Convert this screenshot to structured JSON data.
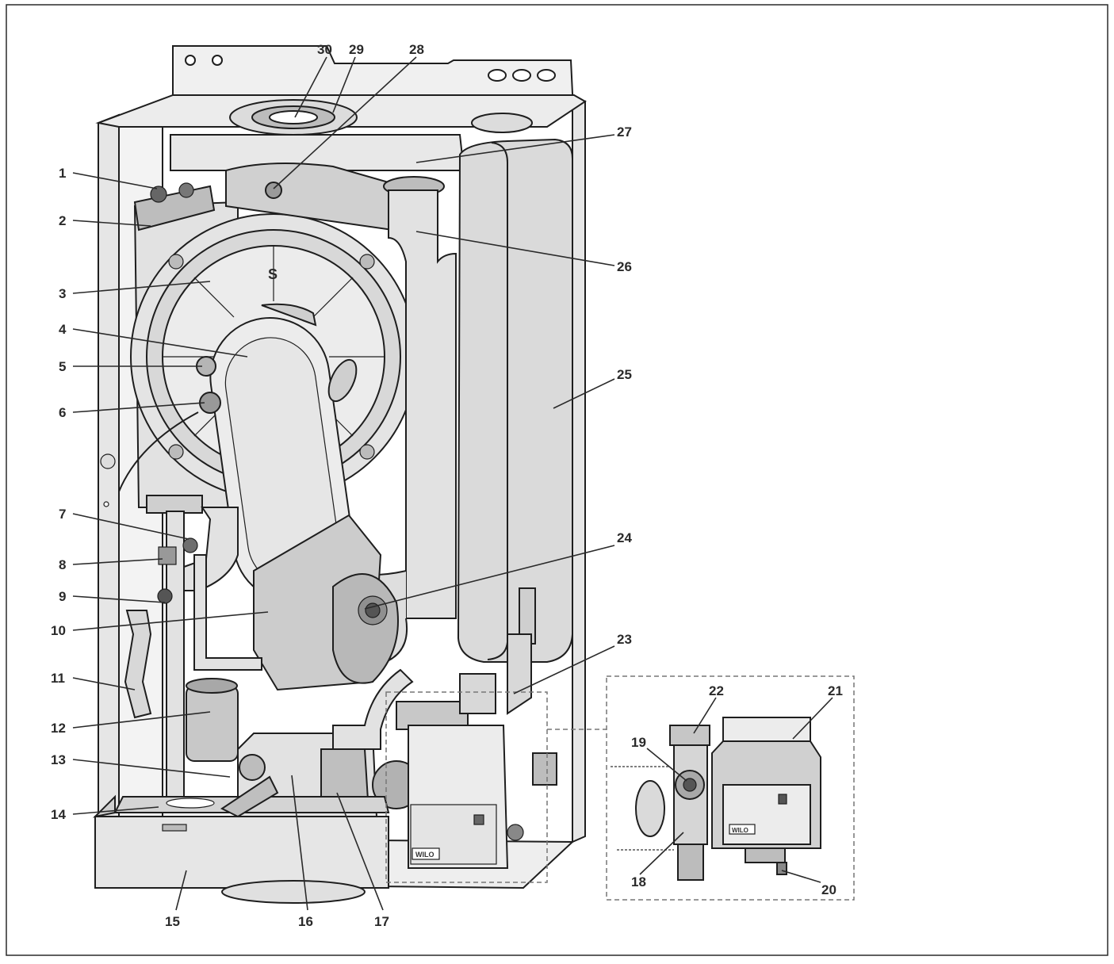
{
  "diagram": {
    "labels": [
      "1",
      "2",
      "3",
      "4",
      "5",
      "6",
      "7",
      "8",
      "9",
      "10",
      "11",
      "12",
      "13",
      "14",
      "15",
      "16",
      "17",
      "18",
      "19",
      "20",
      "21",
      "22",
      "23",
      "24",
      "25",
      "26",
      "27",
      "28",
      "29",
      "30"
    ],
    "brand_text_main": "WILO",
    "brand_text_inset": "WILO",
    "fan_letter": "S",
    "colors": {
      "body": "#e4e4e4",
      "body_dark": "#bdbdbd",
      "outline": "#1e1e1e",
      "background": "#ffffff",
      "inset_border": "#777777"
    }
  }
}
